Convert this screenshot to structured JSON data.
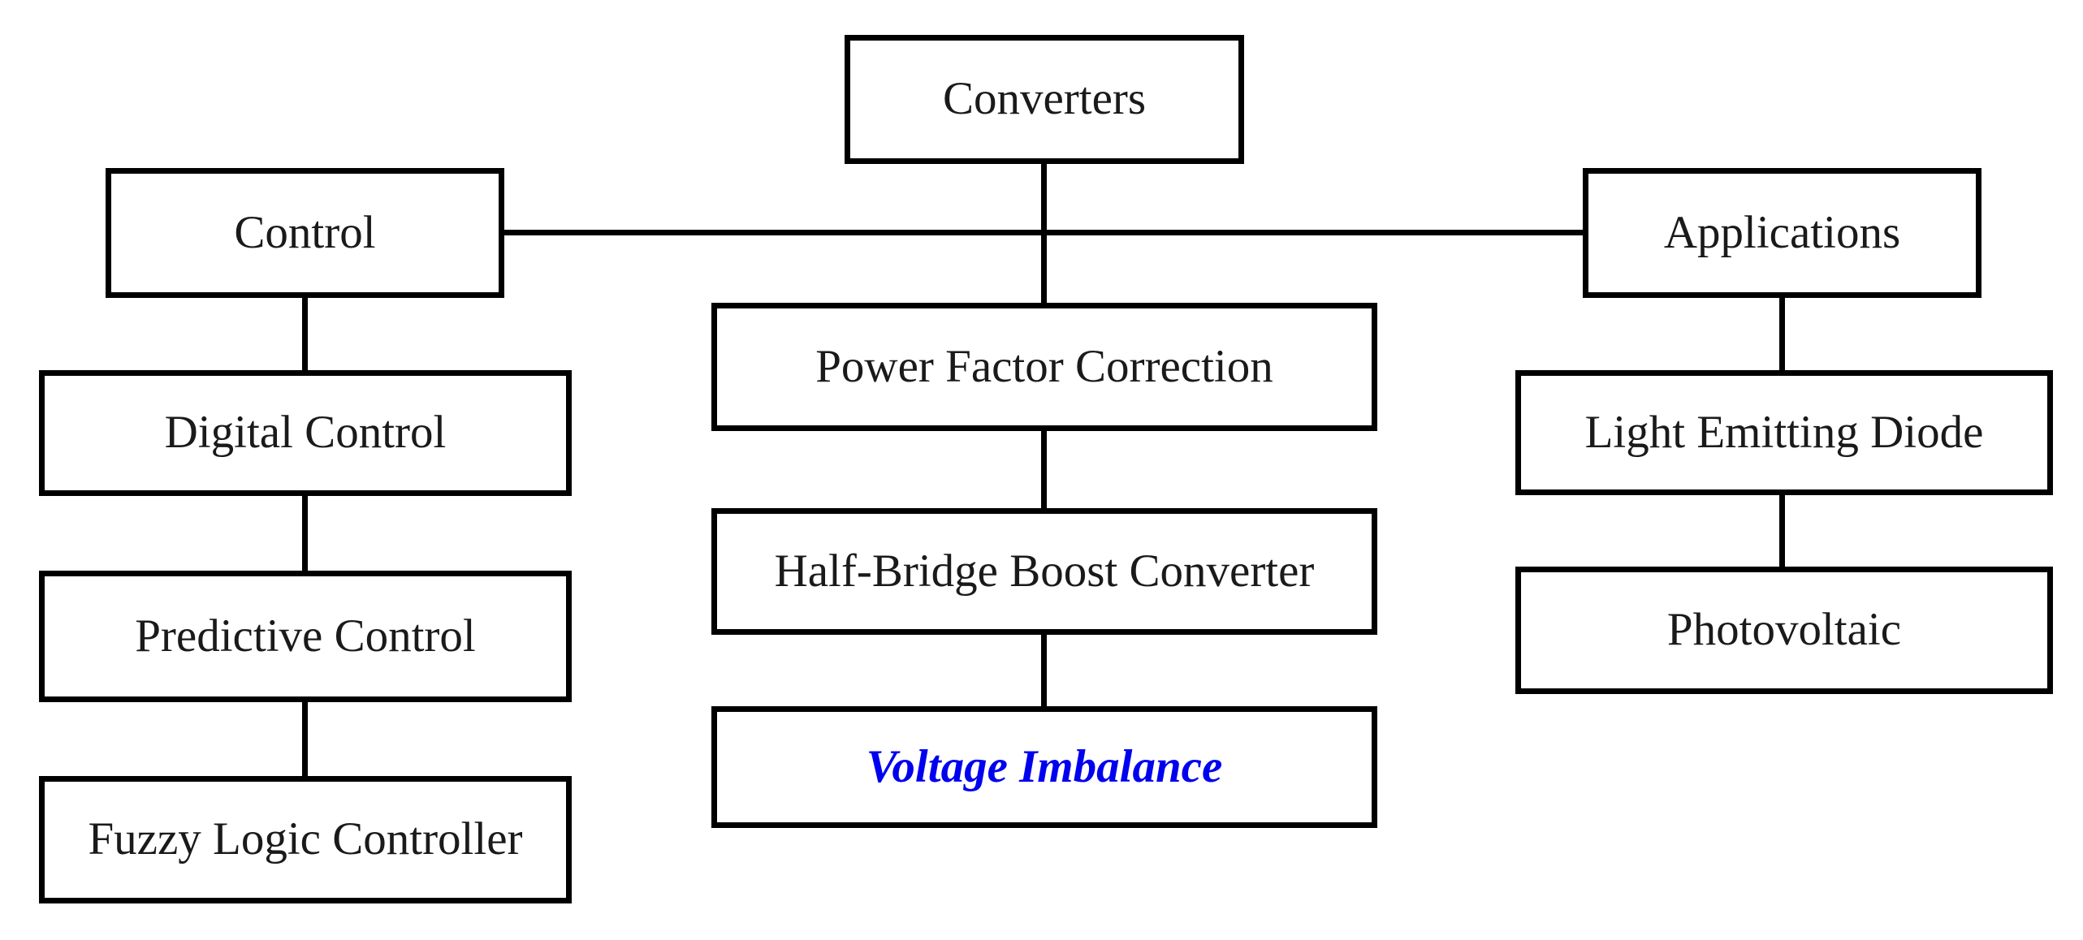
{
  "diagram": {
    "type": "tree-flowchart",
    "background_color": "#ffffff",
    "line_color": "#000000",
    "text_color": "#1a1a1a",
    "highlight_color": "#0000f0"
  },
  "nodes": {
    "converters": {
      "label": "Converters"
    },
    "control": {
      "label": "Control"
    },
    "applications": {
      "label": "Applications"
    },
    "power_factor_correction": {
      "label": "Power Factor Correction"
    },
    "half_bridge_boost_converter": {
      "label": "Half-Bridge Boost Converter"
    },
    "voltage_imbalance": {
      "label": "Voltage Imbalance",
      "emphasis": "bold-italic",
      "color": "#0000f0"
    },
    "digital_control": {
      "label": "Digital Control"
    },
    "predictive_control": {
      "label": "Predictive Control"
    },
    "fuzzy_logic_controller": {
      "label": "Fuzzy Logic Controller"
    },
    "light_emitting_diode": {
      "label": "Light Emitting Diode"
    },
    "photovoltaic": {
      "label": "Photovoltaic"
    }
  },
  "edges": [
    {
      "from": "converters",
      "to": "control"
    },
    {
      "from": "converters",
      "to": "applications"
    },
    {
      "from": "converters",
      "to": "power_factor_correction"
    },
    {
      "from": "control",
      "to": "digital_control"
    },
    {
      "from": "digital_control",
      "to": "predictive_control"
    },
    {
      "from": "predictive_control",
      "to": "fuzzy_logic_controller"
    },
    {
      "from": "power_factor_correction",
      "to": "half_bridge_boost_converter"
    },
    {
      "from": "half_bridge_boost_converter",
      "to": "voltage_imbalance"
    },
    {
      "from": "applications",
      "to": "light_emitting_diode"
    },
    {
      "from": "light_emitting_diode",
      "to": "photovoltaic"
    }
  ]
}
